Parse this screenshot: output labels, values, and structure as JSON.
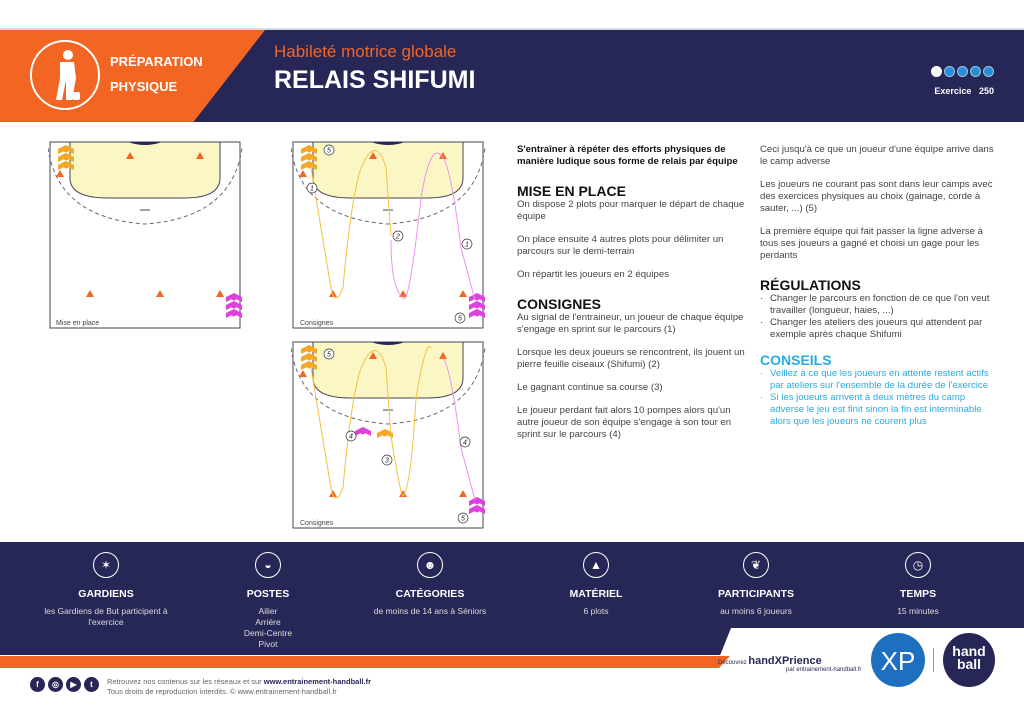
{
  "header": {
    "category_line1": "PRÉPARATION",
    "category_line2": "PHYSIQUE",
    "subtitle": "Habileté motrice globale",
    "title": "RELAIS SHIFUMI",
    "exercise_label": "Exercice",
    "exercise_number": "250",
    "difficulty": 1,
    "difficulty_max": 5
  },
  "diagrams": [
    {
      "label": "Mise en place"
    },
    {
      "label": "Consignes",
      "markers": [
        "5",
        "1",
        "2",
        "1",
        "5"
      ]
    },
    {
      "label": "Consignes",
      "markers": [
        "5",
        "4",
        "4",
        "3",
        "4",
        "5"
      ]
    }
  ],
  "intro": "S'entraîner à répéter des efforts physiques de manière ludique sous forme de relais par équipe",
  "mise_en_place": {
    "title": "MISE EN PLACE",
    "paragraphs": [
      "On dispose 2 plots pour marquer le départ de chaque équipe",
      "On place ensuite 4 autres plots pour délimiter un parcours sur le demi-terrain",
      "On répartit les joueurs en 2 équipes"
    ]
  },
  "consignes": {
    "title": "CONSIGNES",
    "paragraphs": [
      "Au signal de l'entraineur, un joueur de chaque équipe s'engage en sprint sur le parcours (1)",
      "Lorsque les deux joueurs se rencontrent, ils jouent un pierre feuille ciseaux (Shifumi) (2)",
      "Le gagnant continue sa course (3)",
      "Le joueur perdant fait alors 10 pompes alors qu'un autre joueur de son équipe s'engage à son tour en sprint sur le parcours (4)",
      "Ceci jusqu'à ce que un joueur d'une équipe arrive dans le camp adverse",
      "Les joueurs ne courant pas sont dans leur camps avec des exercices physiques au choix (gainage, corde à sauter, ...) (5)",
      "La première équipe qui fait passer la ligne adverse à tous ses joueurs a gagné et choisi un gage pour les perdants"
    ]
  },
  "regulations": {
    "title": "RÉGULATIONS",
    "items": [
      "Changer le parcours en fonction de ce que l'on veut travailler (longueur, haies, ...)",
      "Changer les ateliers des joueurs qui attendent par exemple après chaque Shifumi"
    ]
  },
  "conseils": {
    "title": "CONSEILS",
    "items": [
      "Veillez à ce que les joueurs en attente restent actifs par ateliers sur l'ensemble de la durée de l'exercice",
      "Si les joueurs arrivent à deux mètres du camp adverse le jeu est finit sinon la fin est interminable alors que les joueurs ne courent plus"
    ]
  },
  "footer": {
    "items": [
      {
        "title": "GARDIENS",
        "text": "les Gardiens de But participent à l'exercice",
        "icon": "goalkeeper-icon"
      },
      {
        "title": "POSTES",
        "text": "Ailier\nArrière\nDemi-Centre\nPivot",
        "icon": "court-icon"
      },
      {
        "title": "CATÉGORIES",
        "text": "de moins de 14 ans à Séniors",
        "icon": "players-icon"
      },
      {
        "title": "MATÉRIEL",
        "text": "6 plots",
        "icon": "cone-icon"
      },
      {
        "title": "PARTICIPANTS",
        "text": "au moins 6 joueurs",
        "icon": "participants-icon"
      },
      {
        "title": "TEMPS",
        "text": "15 minutes",
        "icon": "clock-icon"
      }
    ],
    "social_line1": "Retrouvez nos contenus sur les réseaux et sur ",
    "social_link": "www.entrainement-handball.fr",
    "copyright": "Tous droits de reproduction interdits. © www.entrainement-handball.fr",
    "discover": "Découvrez",
    "handxp": "handXPrience",
    "par": "par entrainement-handball.fr",
    "xp_logo": "XP",
    "hb_logo": "hand ball"
  },
  "colors": {
    "navy": "#272757",
    "orange": "#f26522",
    "blue": "#29abe2"
  }
}
